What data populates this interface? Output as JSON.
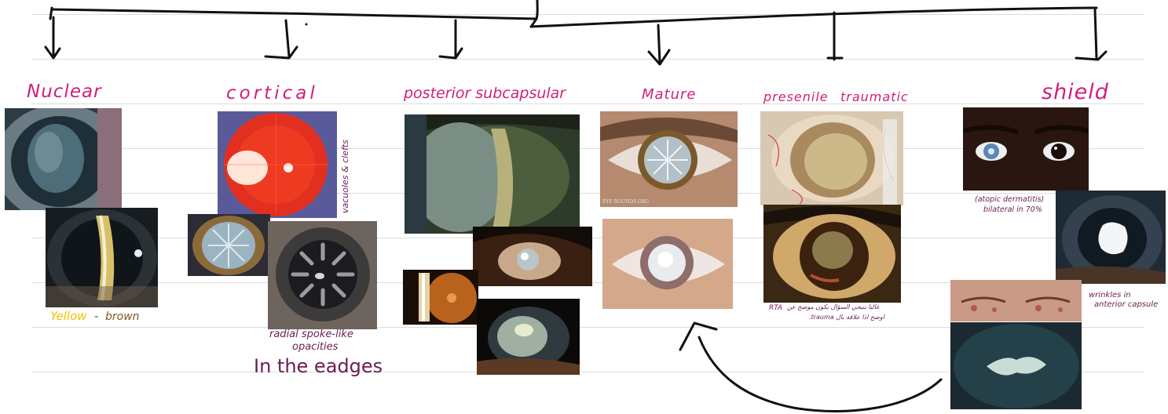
{
  "headings": {
    "nuclear": "Nuclear",
    "cortical": "cortical",
    "posterior_subcapsular": "posterior subcapsular",
    "mature": "Mature",
    "presenile": "presenile",
    "traumatic": "traumatic",
    "shield": "shield"
  },
  "notes": {
    "nuclear_yellow": "Yellow",
    "nuclear_dash": "-",
    "nuclear_brown": "brown",
    "cortical_vacuoles": "vacuoles & clefts",
    "cortical_spoke_1": "radial spoke-like",
    "cortical_spoke_2": "opacities",
    "cortical_edges": "In the eadges",
    "traumatic_rta": "RTA",
    "traumatic_arabic_1": "غالبا بتيجي السؤال بكون موضح عن",
    "traumatic_arabic_2": "اوضح اذا علاقة بال trauma.",
    "shield_atopic_1": "(atopic dermatitis)",
    "shield_atopic_2": "bilateral in 70%",
    "shield_wrinkles_1": "wrinkles in",
    "shield_wrinkles_2": "anterior capsule"
  },
  "watermarks": {
    "mature_site": "EYE ROUNDS.ORG"
  },
  "colors": {
    "heading_magenta": "#d11f7a",
    "note_purple": "#6a1d4f",
    "yellow": "#f2c200",
    "brown": "#7a5a1a",
    "ink": "#111111",
    "ruled_line": "#dcdcdc"
  }
}
